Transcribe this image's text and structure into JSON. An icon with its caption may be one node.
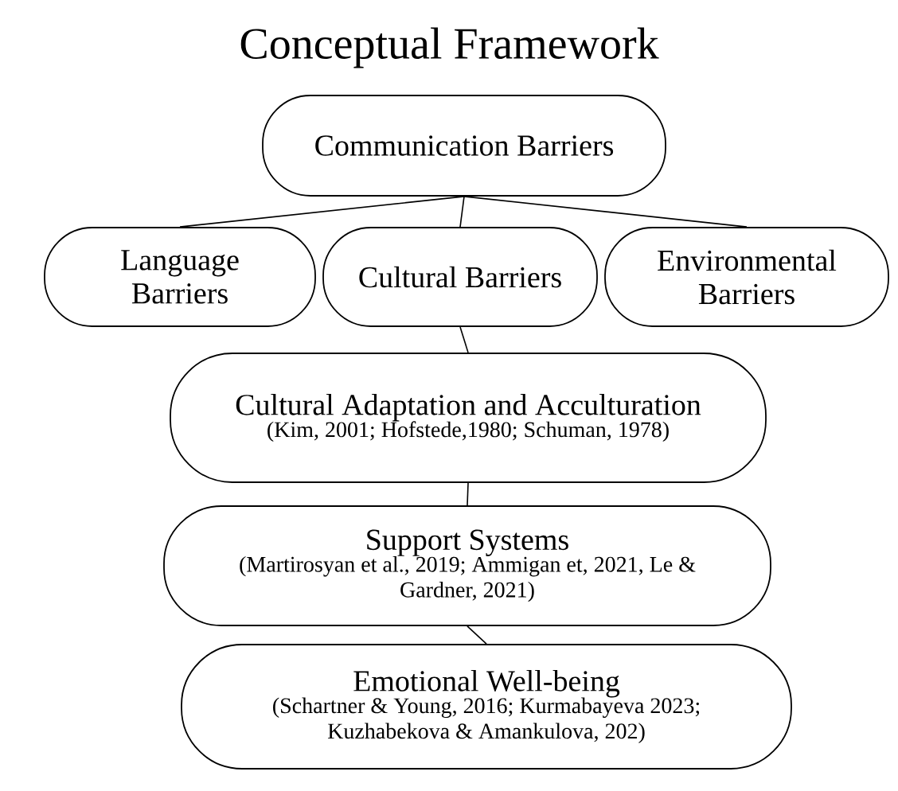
{
  "diagram": {
    "title": "Conceptual Framework",
    "nodes": [
      {
        "text": [
          "Communication Barriers"
        ]
      },
      {
        "text": [
          "Language Barriers"
        ]
      },
      {
        "text": [
          "Cultural Barriers"
        ]
      },
      {
        "text": [
          "Environmental Barriers"
        ]
      },
      {
        "text": [
          "Cultural Adaptation and Acculturation",
          "(Kim, 2001; Hofstede,1980; Schuman, 1978)"
        ]
      },
      {
        "text": [
          "Support Systems",
          "(Martirosyan et al., 2019; Ammigan et, 2021, Le & Gardner, 2021)"
        ]
      },
      {
        "text": [
          "Emotional Well-being",
          "(Schartner & Young, 2016; Kurmabayeva 2023; Kuzhabekova & Amankulova, 202)"
        ]
      }
    ],
    "edges": [
      {
        "from": 0,
        "to": 1,
        "arrow": "none"
      },
      {
        "from": 0,
        "to": 2,
        "arrow": "none"
      },
      {
        "from": 0,
        "to": 3,
        "arrow": "none"
      },
      {
        "from": 2,
        "to": 4,
        "arrow": "none"
      },
      {
        "from": 4,
        "to": 5,
        "arrow": "none"
      },
      {
        "from": 5,
        "to": 6,
        "arrow": "none"
      }
    ]
  }
}
